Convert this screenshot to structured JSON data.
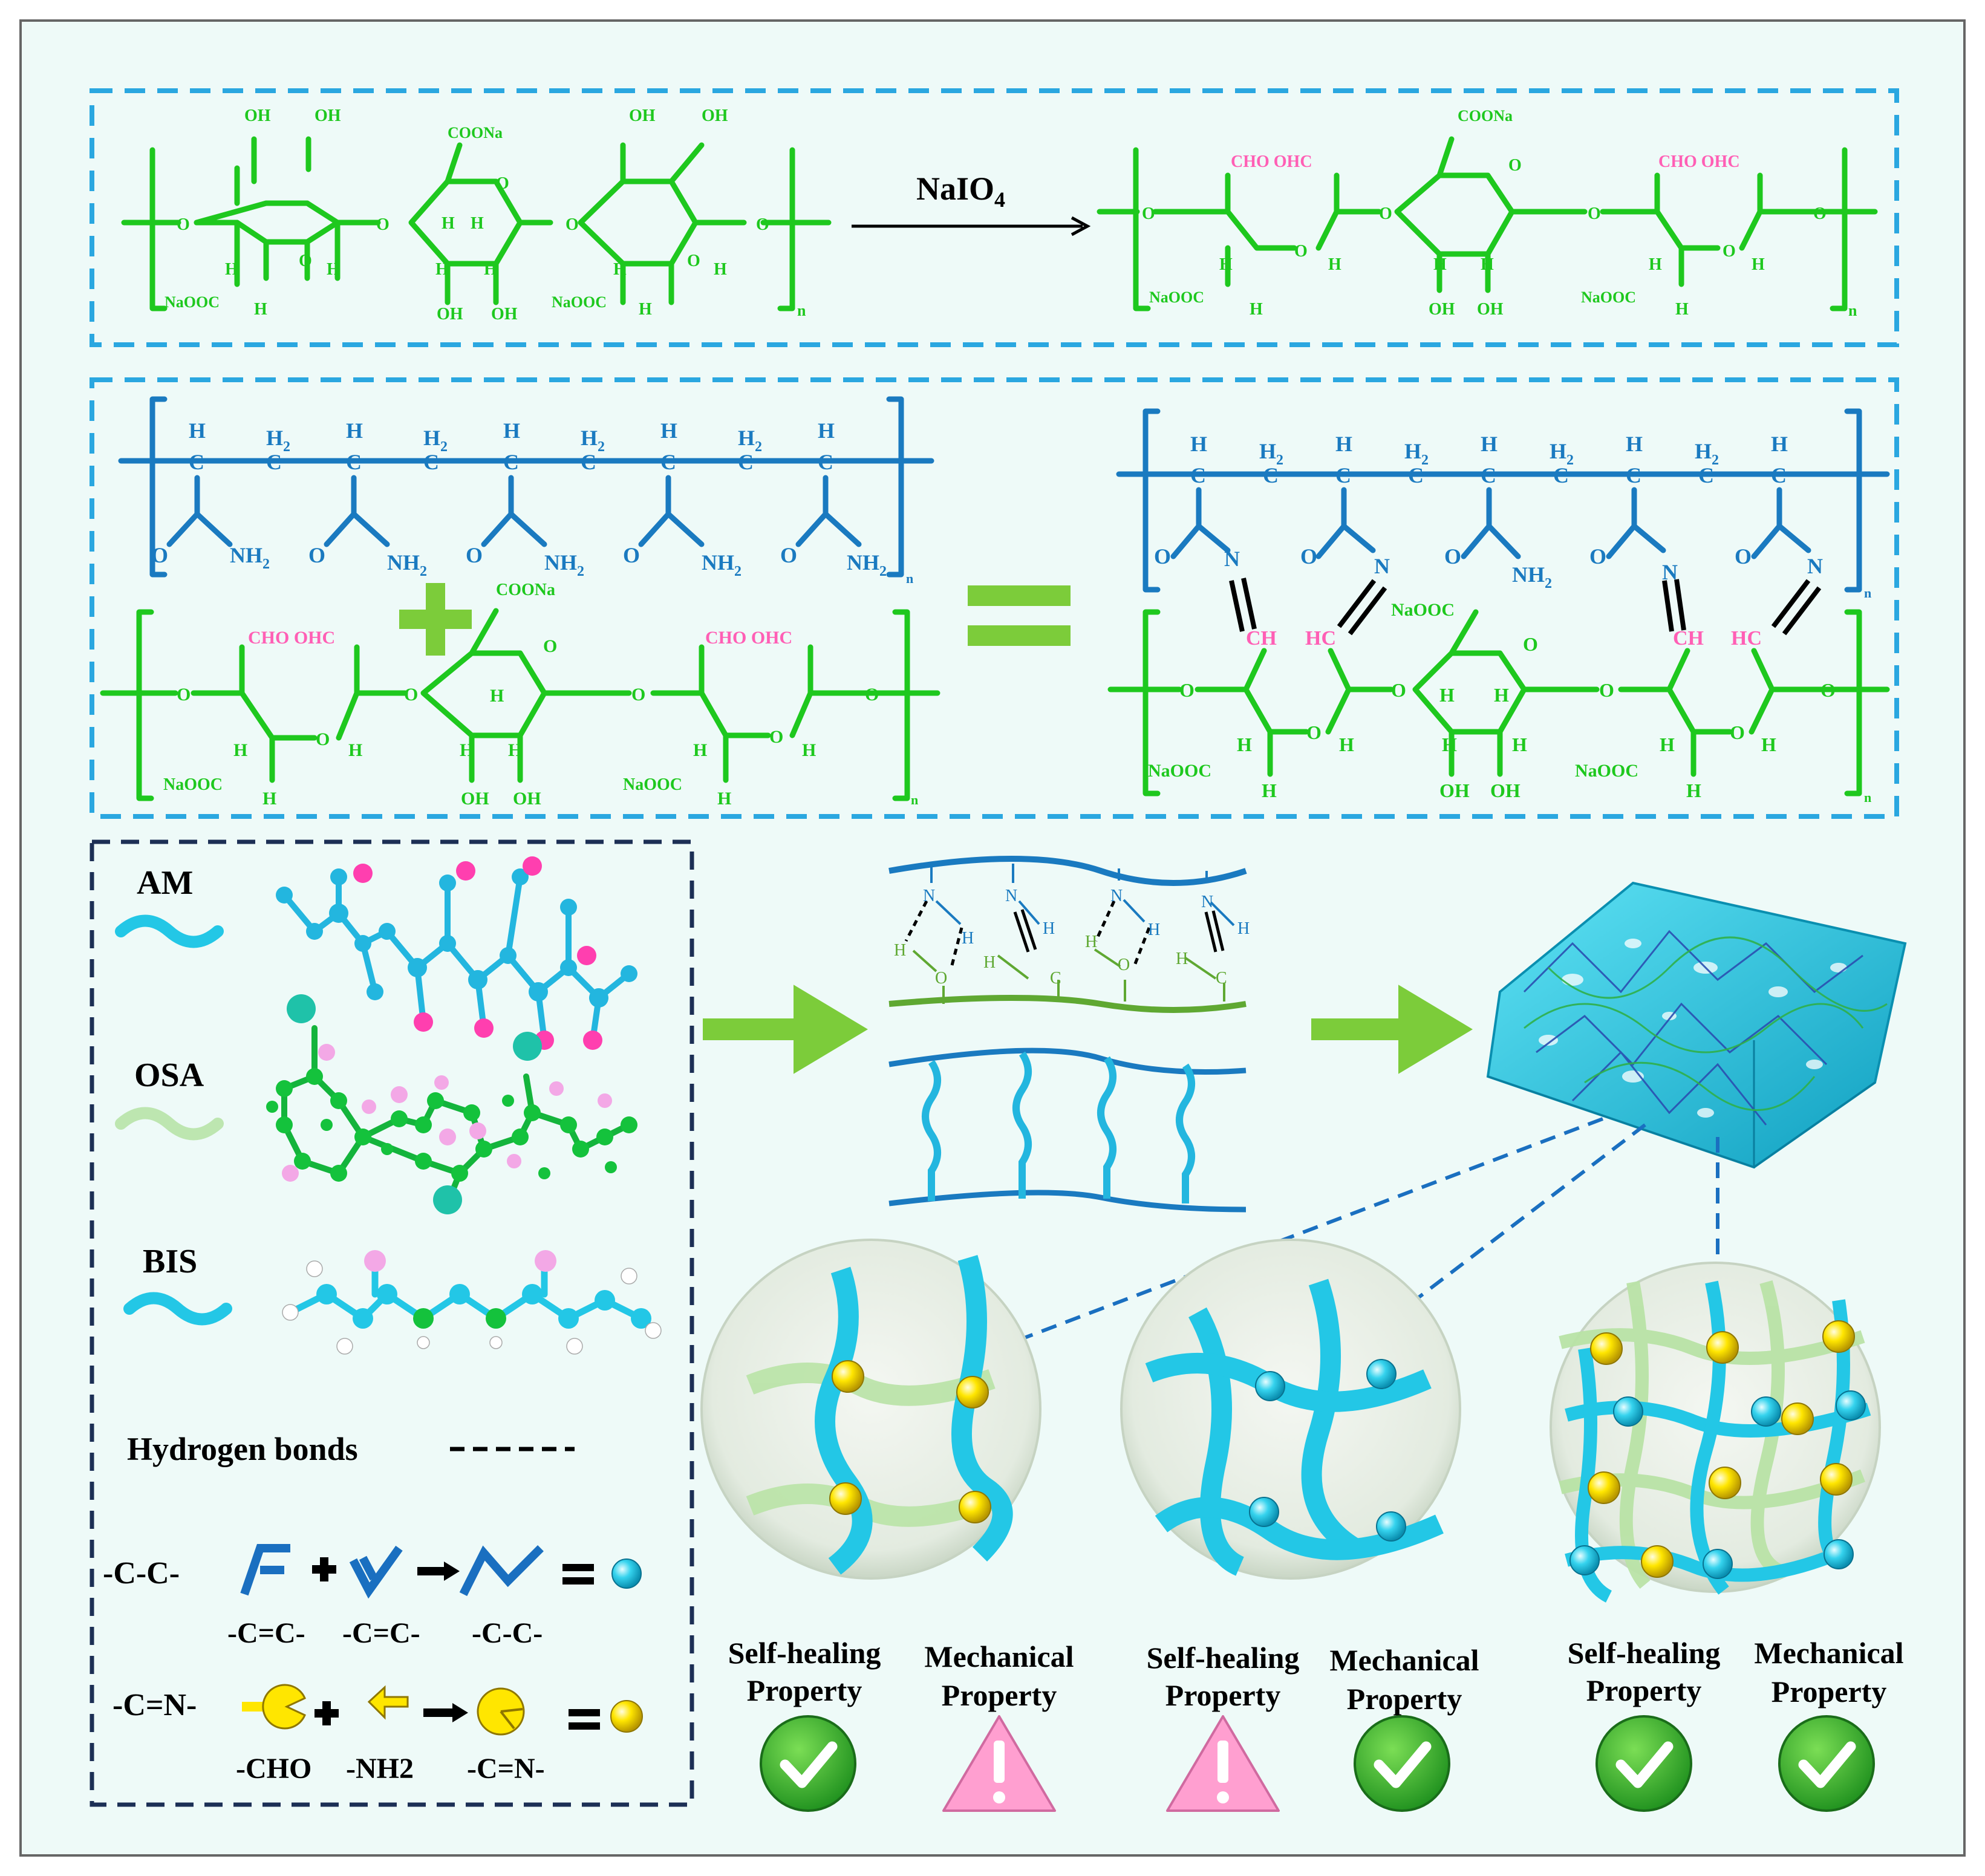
{
  "colors": {
    "background": "#eefaf8",
    "frame": "#666666",
    "dash_blue": "#2aa7e0",
    "dash_navy": "#1c2f55",
    "alginate_green": "#1ec81e",
    "aldehyde_pink": "#ff5fb5",
    "paam_blue": "#1a7ac0",
    "arrow_green": "#7ccc3a",
    "cyan": "#23c7e6",
    "yellow": "#ffe600",
    "check_green": "#3db53d",
    "warn_pink": "#ff9fd0"
  },
  "icons": [
    "check-icon",
    "warning-icon",
    "arrow-right-icon",
    "plus-icon",
    "equals-icon",
    "hydrogel-block-icon"
  ],
  "reaction1": {
    "reagent": "NaIO",
    "reagent_sub": "4",
    "left": {
      "oh_top": [
        "OH",
        "OH"
      ],
      "coona": "COONa",
      "h": "H",
      "o": "O",
      "oh_bottom": [
        "OH",
        "OH"
      ],
      "naooc": "NaOOC",
      "n": "n"
    },
    "right": {
      "cho_ohc": "CHO OHC",
      "coona": "COONa",
      "h": "H",
      "o": "O",
      "oh_bottom": [
        "OH",
        "OH"
      ],
      "naooc": "NaOOC",
      "n": "n"
    }
  },
  "reaction2": {
    "paam": {
      "c": "C",
      "h": "H",
      "h2": "H",
      "h2_sub": "2",
      "o": "O",
      "nh2": "NH",
      "nh2_sub": "2",
      "n": "n"
    },
    "osa": {
      "cho_ohc": "CHO OHC",
      "coona": "COONa",
      "naooc": "NaOOC",
      "h": "H",
      "o": "O",
      "oh": "OH",
      "n": "n"
    },
    "product": {
      "n_atom": "N",
      "ch": "CH",
      "hc": "HC",
      "naooc": "NaOOC",
      "oh": "OH",
      "nh2": "NH",
      "nh2_sub": "2",
      "h": "H",
      "o": "O",
      "c": "C",
      "n": "n"
    }
  },
  "legend": {
    "items": [
      {
        "label": "AM"
      },
      {
        "label": "OSA"
      },
      {
        "label": "BIS"
      }
    ],
    "hbond_label": "Hydrogen bonds",
    "cc": {
      "title": "-C-C-",
      "parts": [
        "-C=C-",
        "-C=C-",
        "-C-C-"
      ]
    },
    "cn": {
      "title": "-C=N-",
      "parts": [
        "-CHO",
        "-NH2",
        "-C=N-"
      ]
    }
  },
  "mechanism": {
    "n": "N",
    "h": "H",
    "o": "O",
    "c": "C"
  },
  "networks": [
    {
      "self_healing": {
        "label": [
          "Self-healing",
          "Property"
        ],
        "status": "check"
      },
      "mechanical": {
        "label": [
          "Mechanical",
          "Property"
        ],
        "status": "warning"
      }
    },
    {
      "self_healing": {
        "label": [
          "Self-healing",
          "Property"
        ],
        "status": "warning"
      },
      "mechanical": {
        "label": [
          "Mechanical",
          "Property"
        ],
        "status": "check"
      }
    },
    {
      "self_healing": {
        "label": [
          "Self-healing",
          "Property"
        ],
        "status": "check"
      },
      "mechanical": {
        "label": [
          "Mechanical",
          "Property"
        ],
        "status": "check"
      }
    }
  ]
}
